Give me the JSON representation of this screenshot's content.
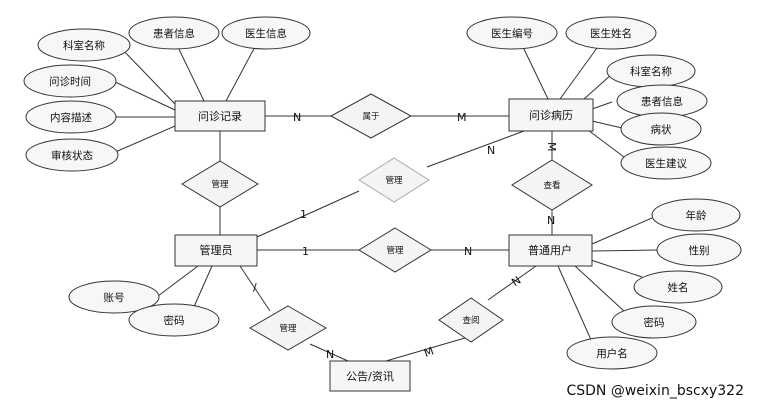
{
  "entities": {
    "record": "问诊记录",
    "history": "问诊病历",
    "admin": "管理员",
    "user": "普通用户",
    "notice": "公告/资讯"
  },
  "relationships": {
    "belongs": "属于",
    "admin_history": "管理",
    "view": "查看",
    "admin_record": "管理",
    "admin_user": "管理",
    "admin_notice": "管理",
    "user_notice": "查阅"
  },
  "attributes": {
    "record": {
      "dept_name": "科室名称",
      "patient_info": "患者信息",
      "doctor_info": "医生信息",
      "visit_time": "问诊时间",
      "content_desc": "内容描述",
      "review_status": "审核状态"
    },
    "history": {
      "doctor_id": "医生编号",
      "doctor_name": "医生姓名",
      "dept_name": "科室名称",
      "patient_info": "患者信息",
      "symptom": "病状",
      "doctor_advice": "医生建议"
    },
    "admin": {
      "account": "账号",
      "password": "密码"
    },
    "user": {
      "age": "年龄",
      "gender": "性别",
      "name": "姓名",
      "password": "密码",
      "username": "用户名"
    }
  },
  "cardinalities": {
    "record_belongs": "N",
    "belongs_history": "M",
    "admin_to_history": "1",
    "history_from_admin": "N",
    "history_to_view": "M",
    "user_to_view": "N",
    "admin_to_user": "1",
    "user_from_admin": "N",
    "admin_to_notice": "/",
    "notice_from_admin": "N",
    "user_to_notice": "N",
    "notice_from_user": "M"
  },
  "watermark": "CSDN @weixin_bscxy322"
}
